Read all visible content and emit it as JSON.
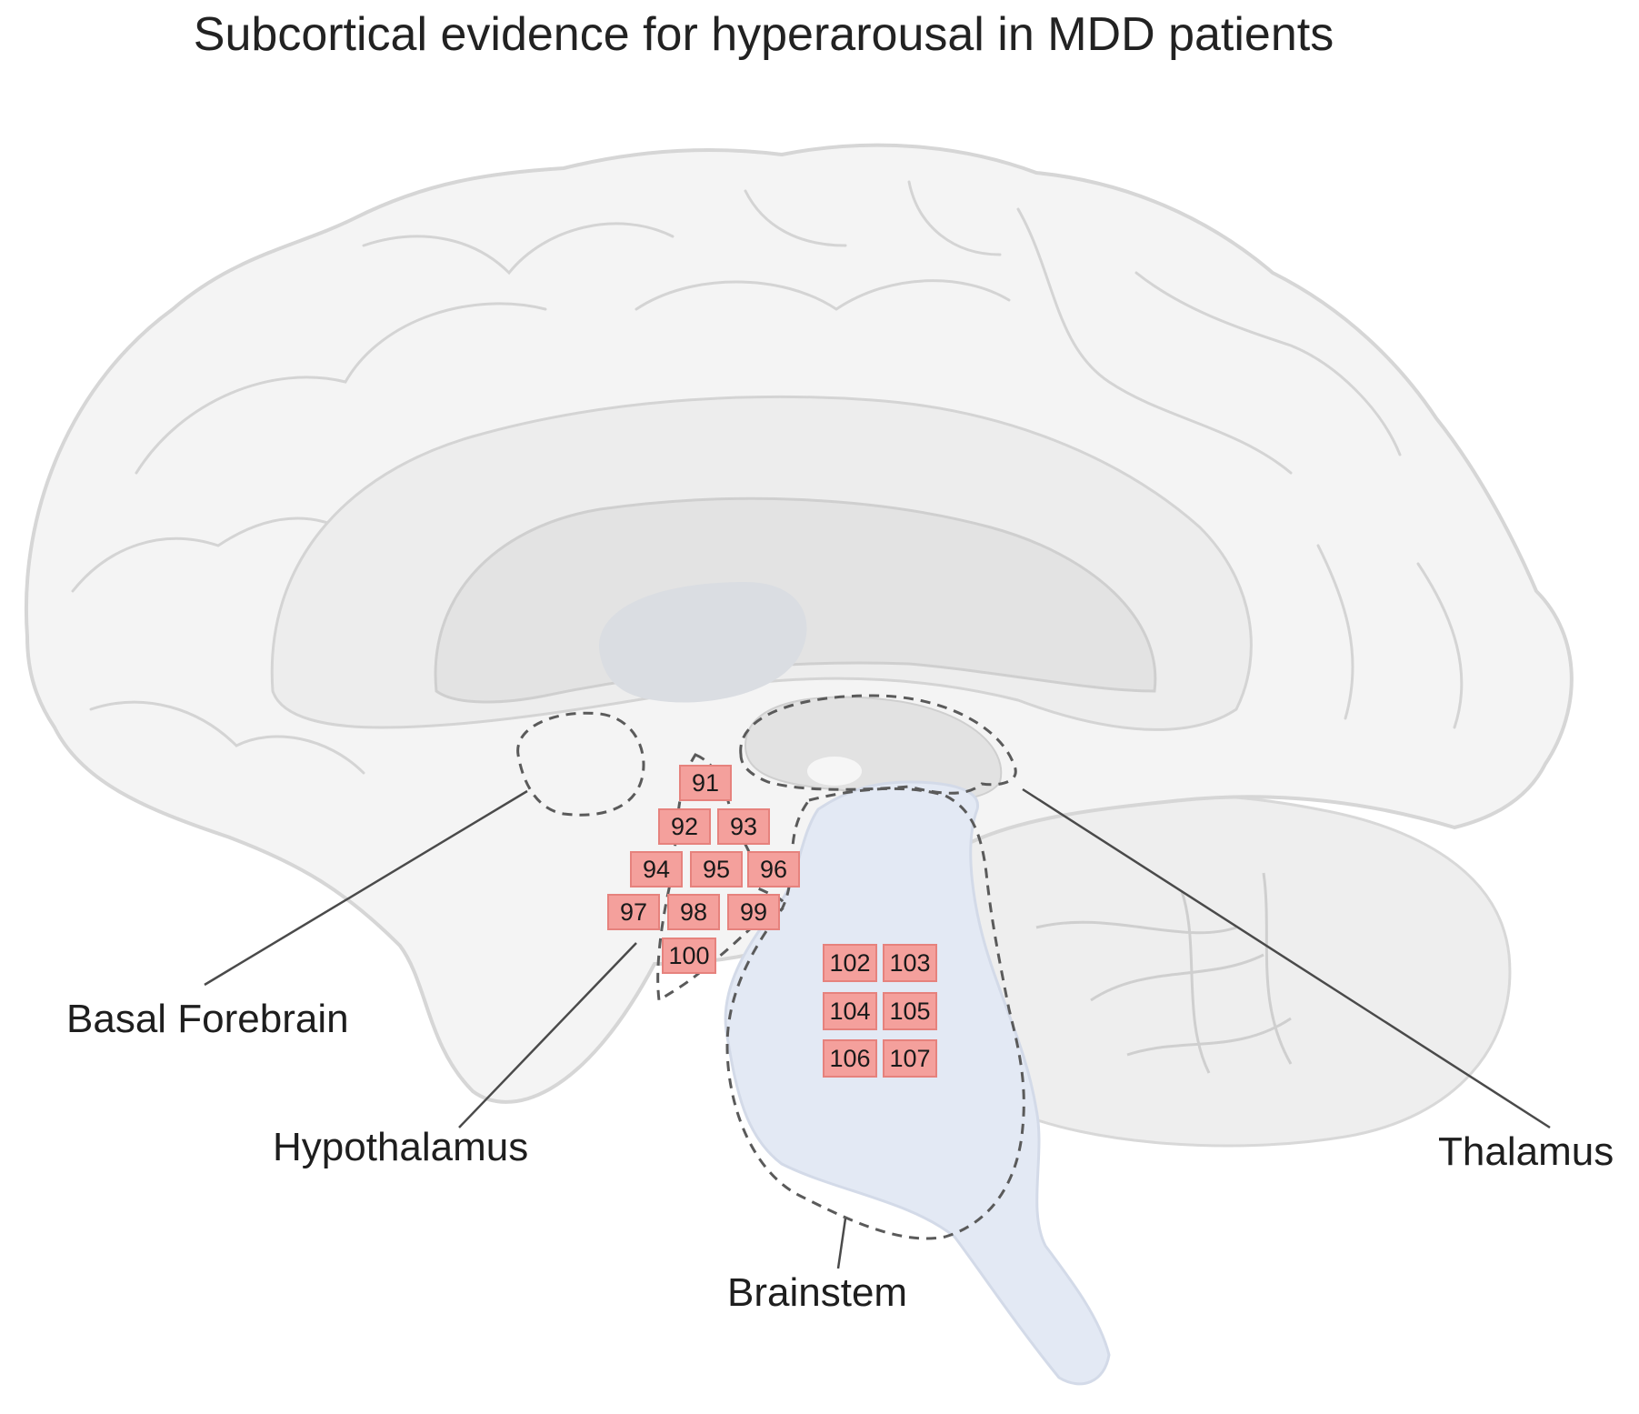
{
  "title": "Subcortical evidence for hyperarousal in MDD patients",
  "regions": {
    "basal_forebrain": "Basal Forebrain",
    "hypothalamus": "Hypothalamus",
    "thalamus": "Thalamus",
    "brainstem": "Brainstem"
  },
  "hypothalamus_refs": [
    "91",
    "92",
    "93",
    "94",
    "95",
    "96",
    "97",
    "98",
    "99",
    "100"
  ],
  "brainstem_refs": [
    "102",
    "103",
    "104",
    "105",
    "106",
    "107"
  ],
  "colors": {
    "brain": "#f4f4f4",
    "brain_outline": "#d6d6d6",
    "brainstem": "#e2e8f3",
    "ref_box": "#f4a09c"
  }
}
